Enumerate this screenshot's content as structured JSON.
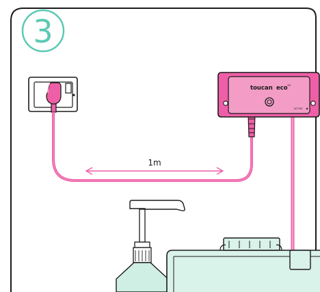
{
  "step": {
    "number": "3"
  },
  "device": {
    "brand": "toucan",
    "model": "eco",
    "trademark": "TM",
    "indicator_label": "ACTIVE"
  },
  "cable": {
    "length_label": "1m"
  },
  "colors": {
    "outline": "#1a1a1a",
    "pink": "#ef5fa7",
    "pink_light": "#f7b3d3",
    "teal": "#5cc9b3",
    "container_fill": "#d9f2ea",
    "bottle_fill": "#cfeee4"
  }
}
